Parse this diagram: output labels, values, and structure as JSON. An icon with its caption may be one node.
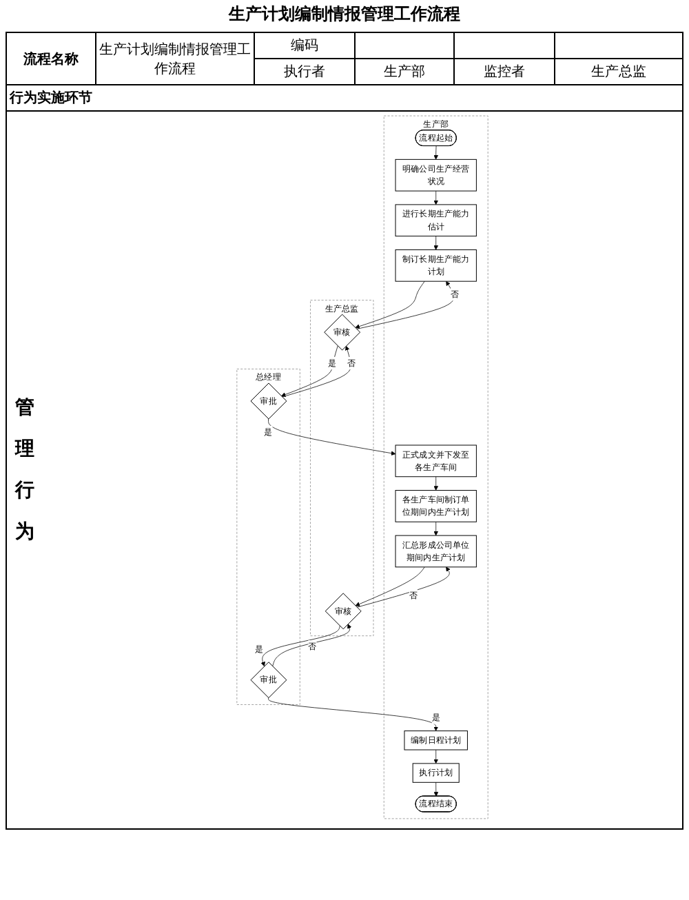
{
  "diagram": {
    "title": "生产计划编制情报管理工作流程",
    "nodes": [
      {
        "text": [
          "生产部"
        ]
      },
      {
        "text": [
          "生产总监"
        ]
      },
      {
        "text": [
          "总经理"
        ]
      },
      {
        "text": [
          "流程起始"
        ],
        "in": 0
      },
      {
        "text": [
          "明确公司生产经营状况"
        ],
        "in": 0
      },
      {
        "text": [
          "进行长期生产能力估计"
        ],
        "in": 0
      },
      {
        "text": [
          "制订长期生产能力计划"
        ],
        "in": 0
      },
      {
        "text": [
          "审核"
        ],
        "in": 1
      },
      {
        "text": [
          "审批"
        ],
        "in": 2
      },
      {
        "text": [
          "正式成文并下发至各生产车间"
        ],
        "in": 0
      },
      {
        "text": [
          "各生产车间制订单位期间内生产计划"
        ],
        "in": 0
      },
      {
        "text": [
          "汇总形成公司单位期间内生产计划"
        ],
        "in": 0
      },
      {
        "text": [
          "审核"
        ],
        "in": 1
      },
      {
        "text": [
          "审批"
        ],
        "in": 2
      },
      {
        "text": [
          "编制日程计划"
        ],
        "in": 0
      },
      {
        "text": [
          "执行计划"
        ],
        "in": 0
      },
      {
        "text": [
          "流程结束"
        ],
        "in": 0
      }
    ],
    "edges": [
      {
        "from": 3,
        "to": 4,
        "arrow": "to"
      },
      {
        "from": 4,
        "to": 5,
        "arrow": "to"
      },
      {
        "from": 5,
        "to": 6,
        "arrow": "to"
      },
      {
        "from": 6,
        "to": 7,
        "arrow": "to"
      },
      {
        "from": 7,
        "to": 6,
        "arrow": "to",
        "label": "否"
      },
      {
        "from": 7,
        "to": 8,
        "arrow": "to",
        "label": "是"
      },
      {
        "from": 8,
        "to": 7,
        "arrow": "to",
        "label": "否"
      },
      {
        "from": 8,
        "to": 9,
        "arrow": "to",
        "label": "是"
      },
      {
        "from": 9,
        "to": 10,
        "arrow": "to"
      },
      {
        "from": 10,
        "to": 11,
        "arrow": "to"
      },
      {
        "from": 11,
        "to": 12,
        "arrow": "to"
      },
      {
        "from": 12,
        "to": 11,
        "arrow": "to",
        "label": "否"
      },
      {
        "from": 12,
        "to": 13,
        "arrow": "to",
        "label": "是"
      },
      {
        "from": 13,
        "to": 12,
        "arrow": "to",
        "label": "否"
      },
      {
        "from": 13,
        "to": 14,
        "arrow": "to",
        "label": "是"
      },
      {
        "from": 14,
        "to": 15,
        "arrow": "to"
      },
      {
        "from": 15,
        "to": 16,
        "arrow": "to"
      }
    ],
    "labels": [
      "流程名称",
      "生产计划编制情报管理工作流程",
      "编码",
      "执行者",
      "生产部",
      "监控者",
      "生产总监",
      "行为实施环节",
      "管理行为"
    ]
  }
}
